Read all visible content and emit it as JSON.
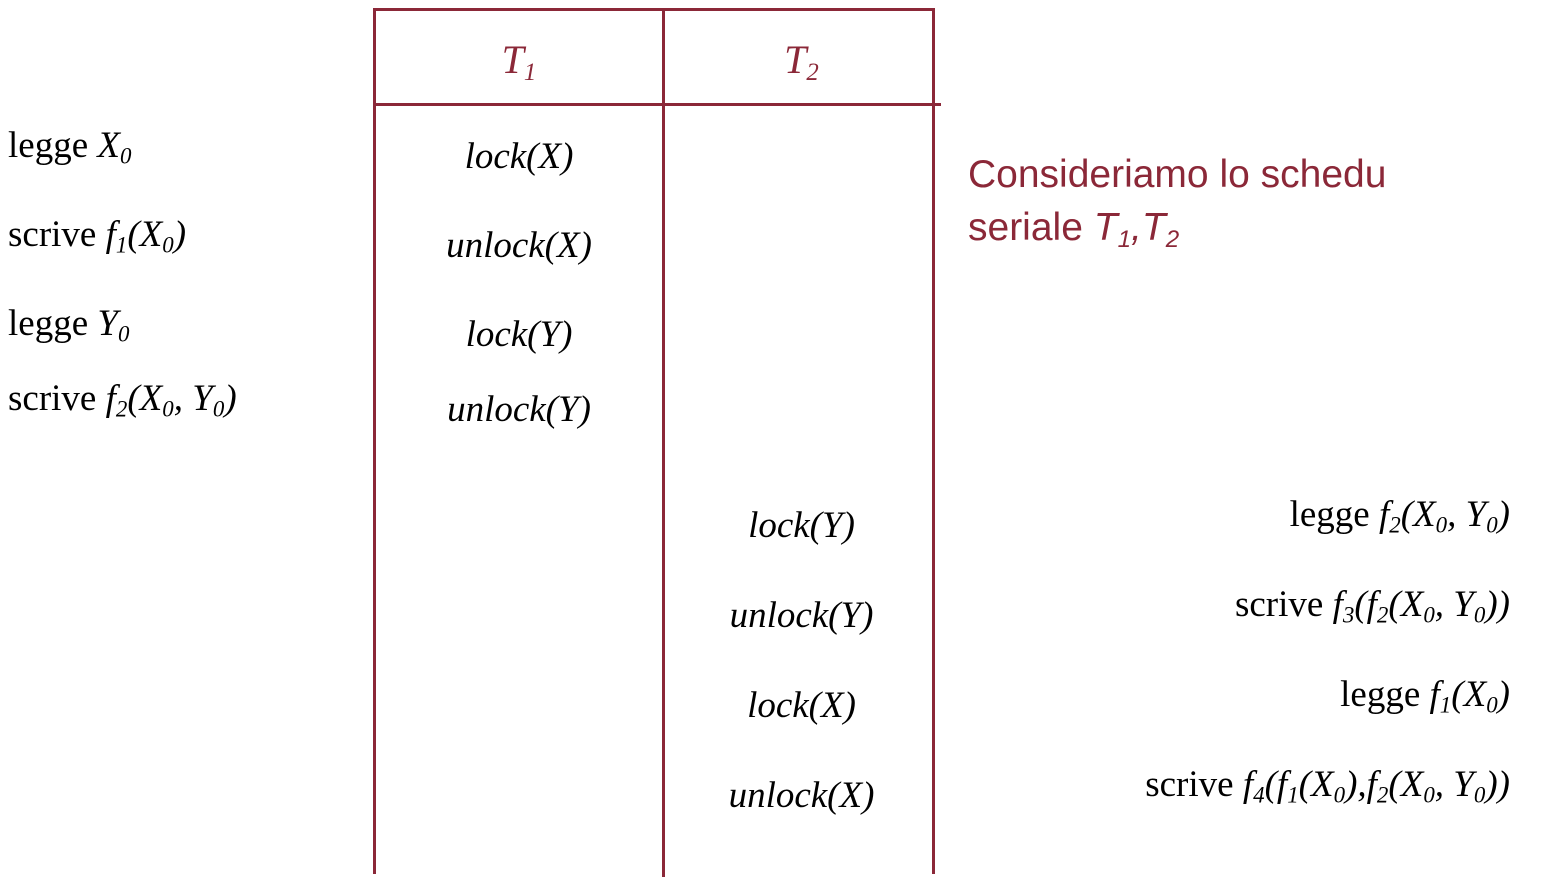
{
  "table": {
    "headers": [
      {
        "label": "T",
        "sub": "1"
      },
      {
        "label": "T",
        "sub": "2"
      }
    ],
    "t1_ops": [
      "lock(X)",
      "unlock(X)",
      "lock(Y)",
      "unlock(Y)"
    ],
    "t2_ops": [
      "lock(Y)",
      "unlock(Y)",
      "lock(X)",
      "unlock(X)"
    ],
    "border_color": "#8B2838"
  },
  "left_annotations": [
    {
      "verb": "legge",
      "expr": "X",
      "sub": "0",
      "tail": ""
    },
    {
      "verb": "scrive",
      "expr": "f",
      "sub": "1",
      "tail": "(X",
      "sub2": "0",
      "tail2": ")"
    },
    {
      "verb": "legge",
      "expr": "Y",
      "sub": "0",
      "tail": ""
    },
    {
      "verb": "scrive",
      "expr": "f",
      "sub": "2",
      "tail": "(X",
      "sub2": "0",
      "tail2": ", Y",
      "sub3": "0",
      "tail3": ")"
    }
  ],
  "left_text": [
    "legge X0",
    "scrive f1(X0)",
    "legge Y0",
    "scrive f2(X0, Y0)"
  ],
  "right_text": [
    "legge f2(X0, Y0)",
    "scrive f3(f2(X0, Y0))",
    "legge f1(X0)",
    "scrive f4(f1(X0),f2(X0, Y0))"
  ],
  "note": {
    "line1_a": "Consideriamo lo schedu",
    "line2_a": "seriale ",
    "line2_t1": "T",
    "line2_t1sub": "1",
    "line2_comma": ",",
    "line2_t2": "T",
    "line2_t2sub": "2"
  }
}
